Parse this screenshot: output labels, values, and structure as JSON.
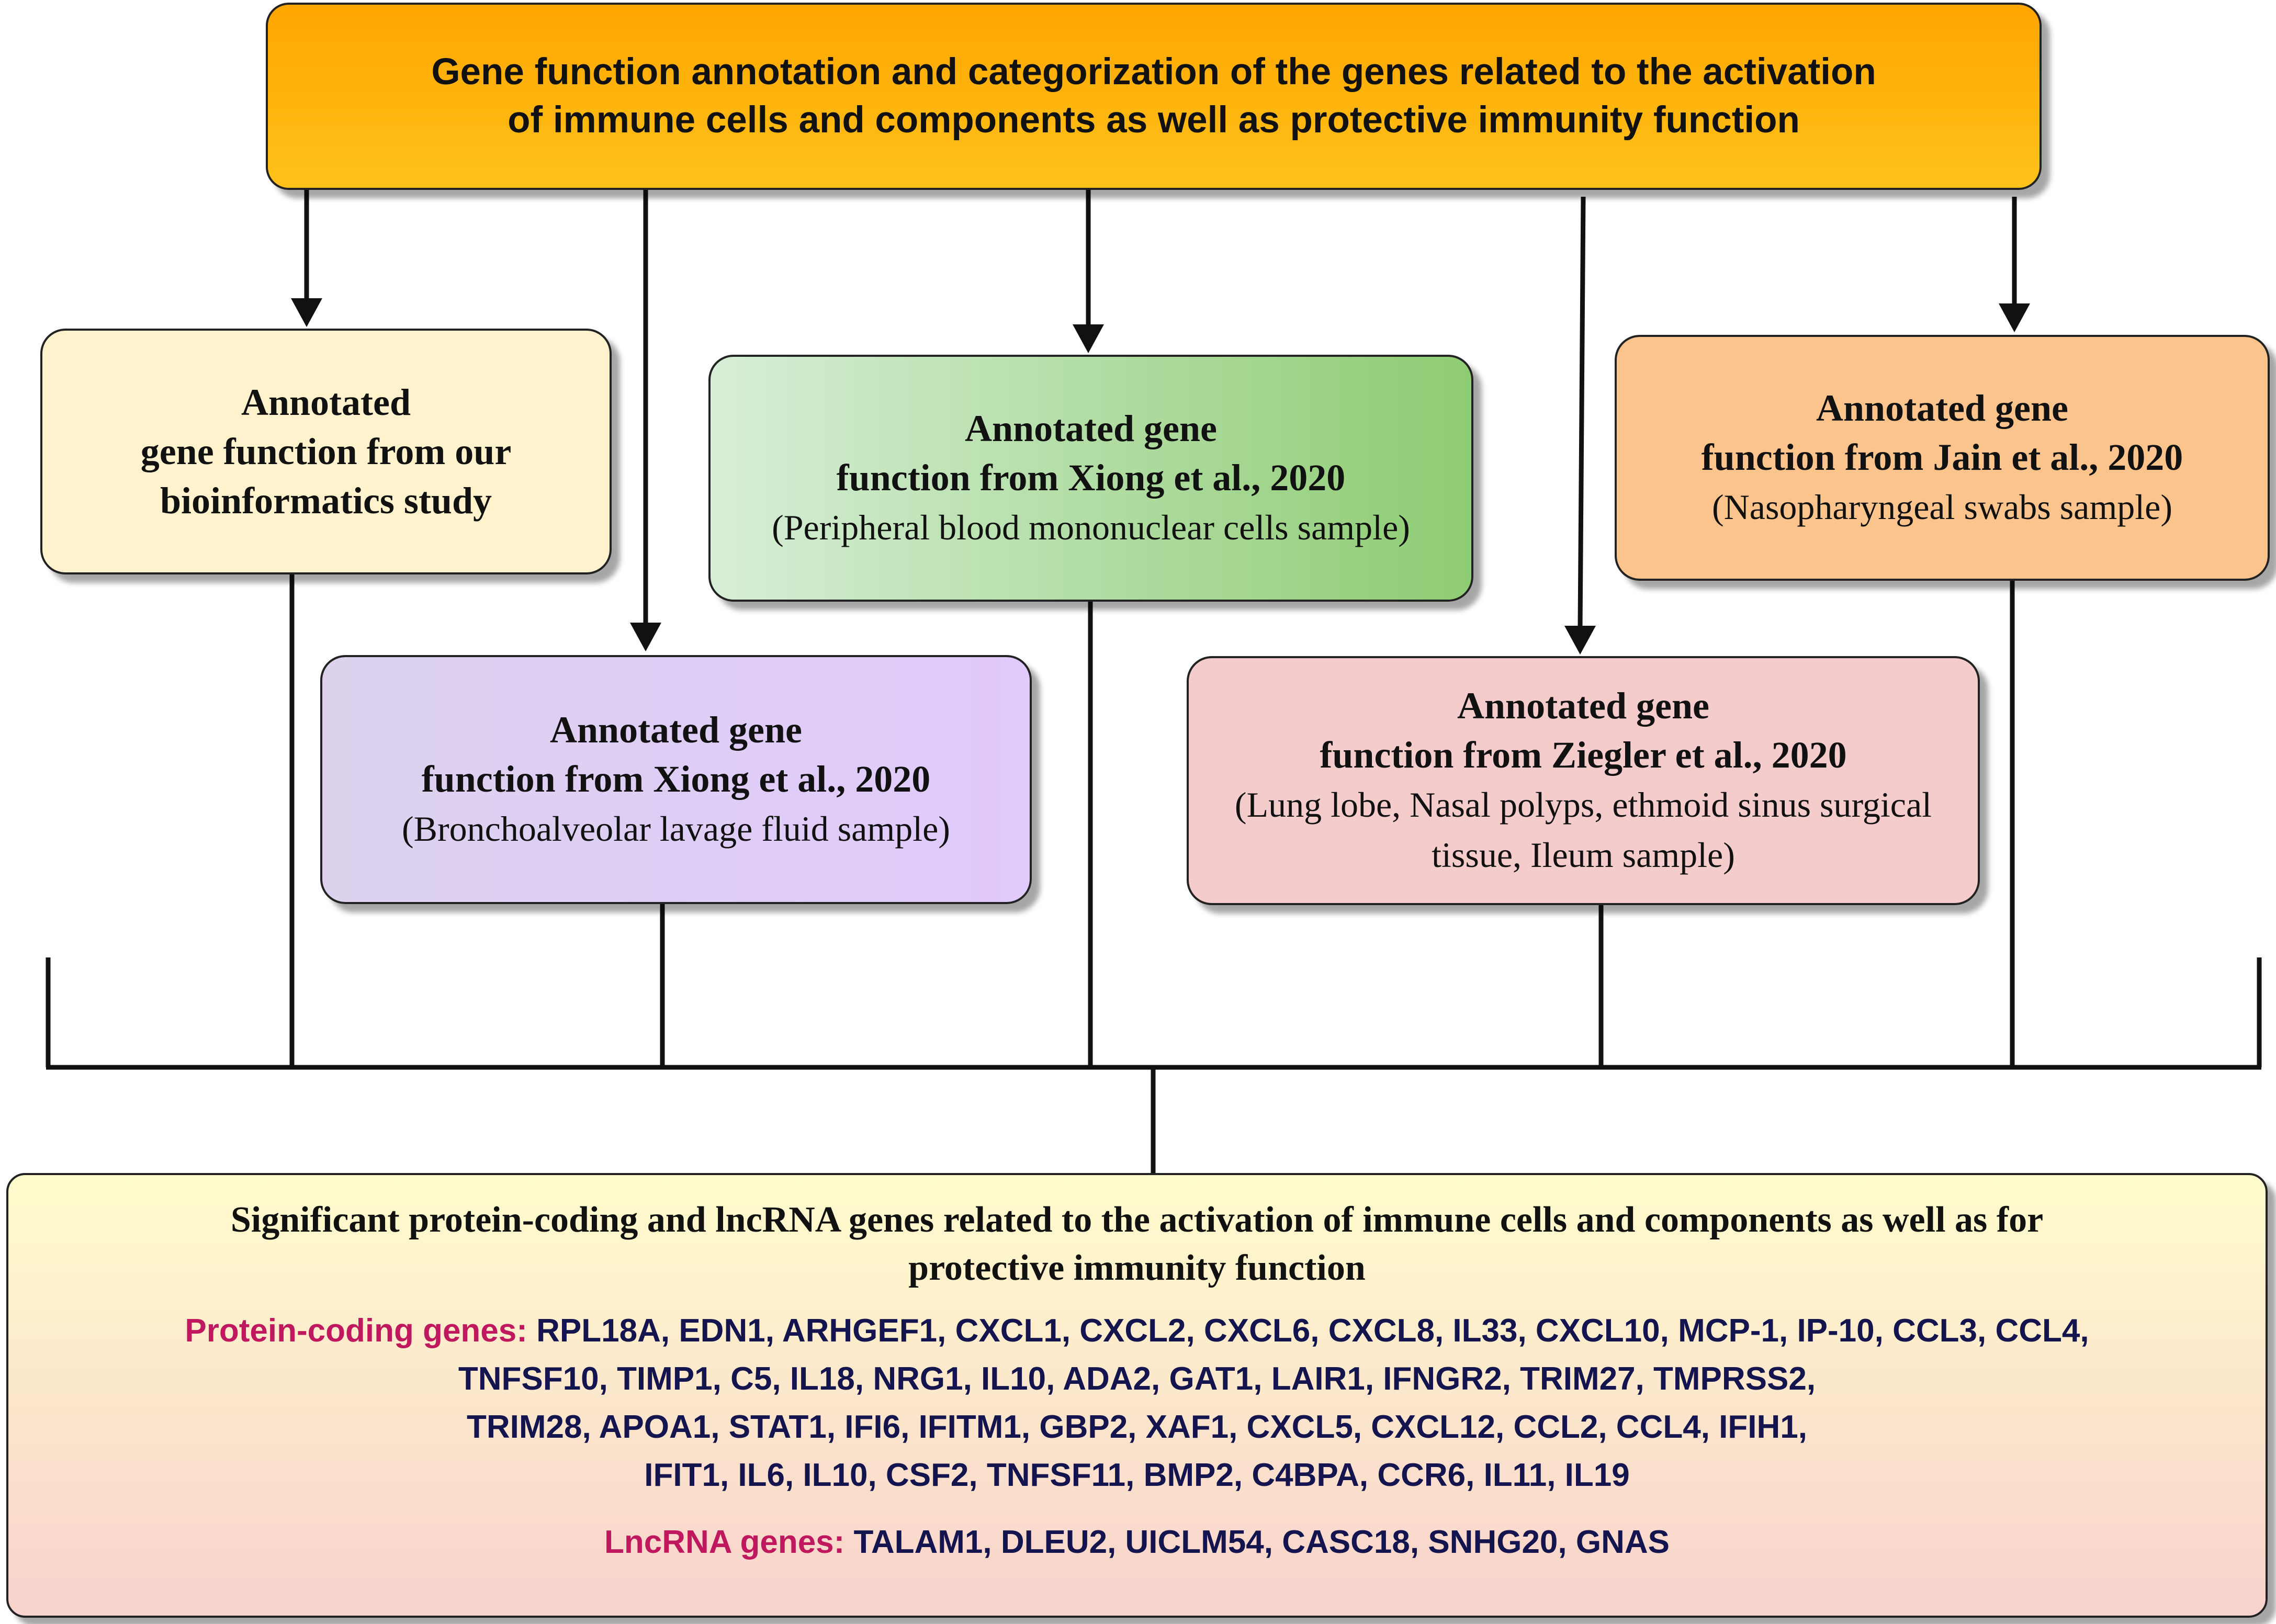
{
  "top": {
    "line1": "Gene function annotation and categorization of the genes related to the activation",
    "line2": "of immune cells and  components as well as protective immunity function"
  },
  "boxes": {
    "ours": {
      "l1": "Annotated",
      "l2": "gene function  from  our",
      "l3": "bioinformatics study"
    },
    "xiong_pbmc": {
      "l1": "Annotated gene",
      "l2": "function  from  Xiong et al., 2020",
      "l3": "(Peripheral blood mononuclear cells sample)"
    },
    "jain": {
      "l1": "Annotated gene",
      "l2": "function  from  Jain et al., 2020",
      "l3": "(Nasopharyngeal swabs sample)"
    },
    "xiong_balf": {
      "l1": "Annotated gene",
      "l2": "function  from  Xiong et al., 2020",
      "l3": "(Bronchoalveolar lavage fluid sample)"
    },
    "ziegler": {
      "l1": "Annotated gene",
      "l2": "function  from  Ziegler et al., 2020",
      "l3": "(Lung lobe, Nasal polyps, ethmoid sinus surgical",
      "l4": "tissue, Ileum sample)"
    }
  },
  "bottom": {
    "title_l1": "Significant protein-coding and lncRNA genes related to the activation of immune cells and components as well as for",
    "title_l2": "protective immunity function",
    "protein_label": "Protein-coding genes:",
    "protein_l1": "RPL18A, EDN1, ARHGEF1, CXCL1, CXCL2, CXCL6, CXCL8, IL33, CXCL10, MCP-1, IP-10, CCL3, CCL4,",
    "protein_l2": "TNFSF10, TIMP1, C5, IL18, NRG1, IL10, ADA2, GAT1, LAIR1, IFNGR2, TRIM27, TMPRSS2,",
    "protein_l3": "TRIM28, APOA1, STAT1, IFI6, IFITM1, GBP2, XAF1, CXCL5, CXCL12, CCL2, CCL4, IFIH1,",
    "protein_l4": "IFIT1, IL6, IL10, CSF2, TNFSF11, BMP2, C4BPA, CCR6, IL11, IL19",
    "lnc_label": "LncRNA genes:",
    "lnc_genes": "TALAM1, DLEU2, UICLM54, CASC18, SNHG20, GNAS"
  },
  "colors": {
    "top_fill": "#ffb000",
    "ours_fill": "#fff2cc",
    "xiong_pbmc_fill": "#a8d98e",
    "jain_fill": "#fbc48d",
    "xiong_balf_fill": "#e1cafc",
    "ziegler_fill": "#f5cccc",
    "gene_label": "#c0185f",
    "gene_text": "#14144e"
  }
}
